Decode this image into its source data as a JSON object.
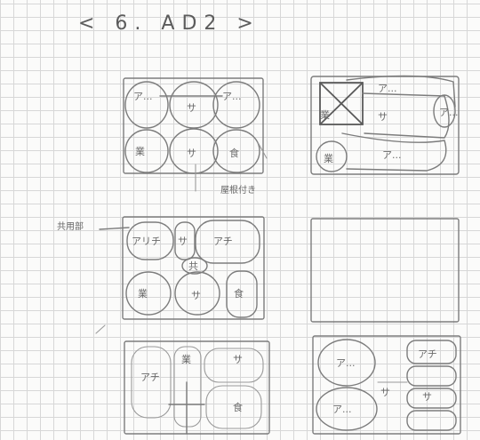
{
  "title": "< 6. AD2 >",
  "notes": {
    "panel1_annotation": "屋根付き",
    "panel3_annotation": "共用部"
  },
  "panels": [
    {
      "id": "p1",
      "cells": [
        {
          "label": "ア..."
        },
        {
          "label": "サ"
        },
        {
          "label": "ア..."
        },
        {
          "label": "業"
        },
        {
          "label": "サ"
        },
        {
          "label": "食"
        }
      ]
    },
    {
      "id": "p2",
      "cells": [
        {
          "label": "ア..."
        },
        {
          "label": "ア..."
        },
        {
          "label": "業"
        },
        {
          "label": "サ"
        },
        {
          "label": "業"
        },
        {
          "label": "ア..."
        }
      ]
    },
    {
      "id": "p3",
      "cells": [
        {
          "label": "アリチ"
        },
        {
          "label": "サ"
        },
        {
          "label": "アチ"
        },
        {
          "label": "業"
        },
        {
          "label": "サ"
        },
        {
          "label": "食"
        },
        {
          "label": "共"
        }
      ]
    },
    {
      "id": "p4",
      "cells": []
    },
    {
      "id": "p5",
      "cells": [
        {
          "label": "アチ"
        },
        {
          "label": "業"
        },
        {
          "label": "食"
        },
        {
          "label": "サ"
        }
      ]
    },
    {
      "id": "p6",
      "cells": [
        {
          "label": "ア..."
        },
        {
          "label": "サ"
        },
        {
          "label": "ア..."
        },
        {
          "label": "アチ"
        },
        {
          "label": "サ"
        }
      ]
    }
  ]
}
